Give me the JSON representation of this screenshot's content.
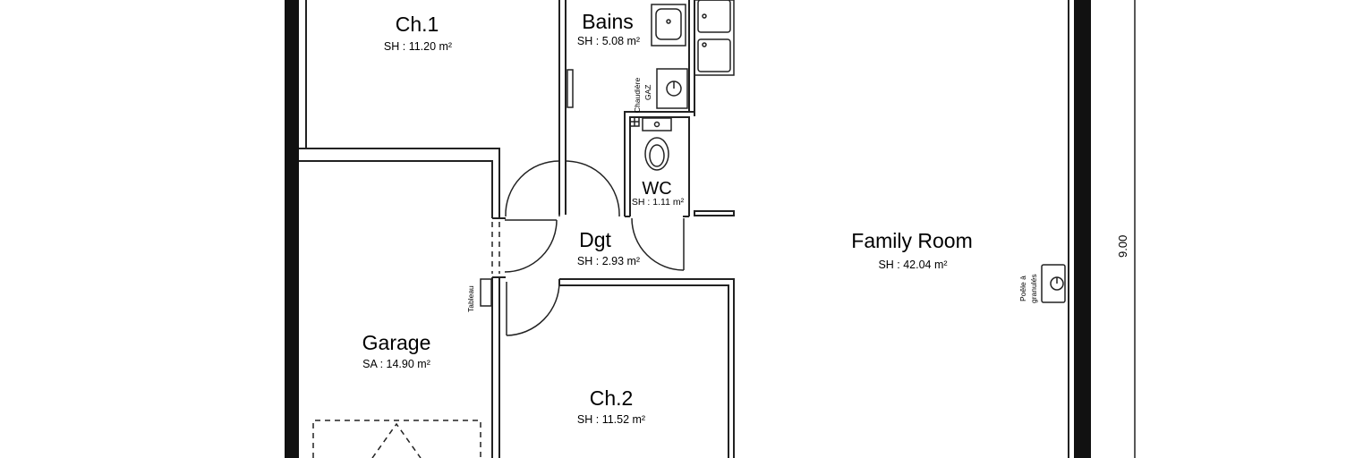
{
  "plan": {
    "colors": {
      "wall": "#111111",
      "line": "#222222",
      "background": "#ffffff"
    },
    "rooms": {
      "ch1": {
        "name": "Ch.1",
        "area": "SH : 11.20 m²"
      },
      "bains": {
        "name": "Bains",
        "area": "SH : 5.08 m²"
      },
      "wc": {
        "name": "WC",
        "area": "SH : 1.11 m²"
      },
      "dgt": {
        "name": "Dgt",
        "area": "SH : 2.93 m²"
      },
      "family_room": {
        "name": "Family Room",
        "area": "SH : 42.04 m²"
      },
      "garage": {
        "name": "Garage",
        "area": "SA : 14.90 m²"
      },
      "ch2": {
        "name": "Ch.2",
        "area": "SH : 11.52 m²"
      }
    },
    "fixtures": {
      "boiler": {
        "line1": "Chaudière",
        "line2": "GAZ"
      },
      "tableau": {
        "label": "Tableau"
      },
      "stove": {
        "line1": "Poêle à",
        "line2": "granulés"
      }
    },
    "dimension": "9.00"
  }
}
